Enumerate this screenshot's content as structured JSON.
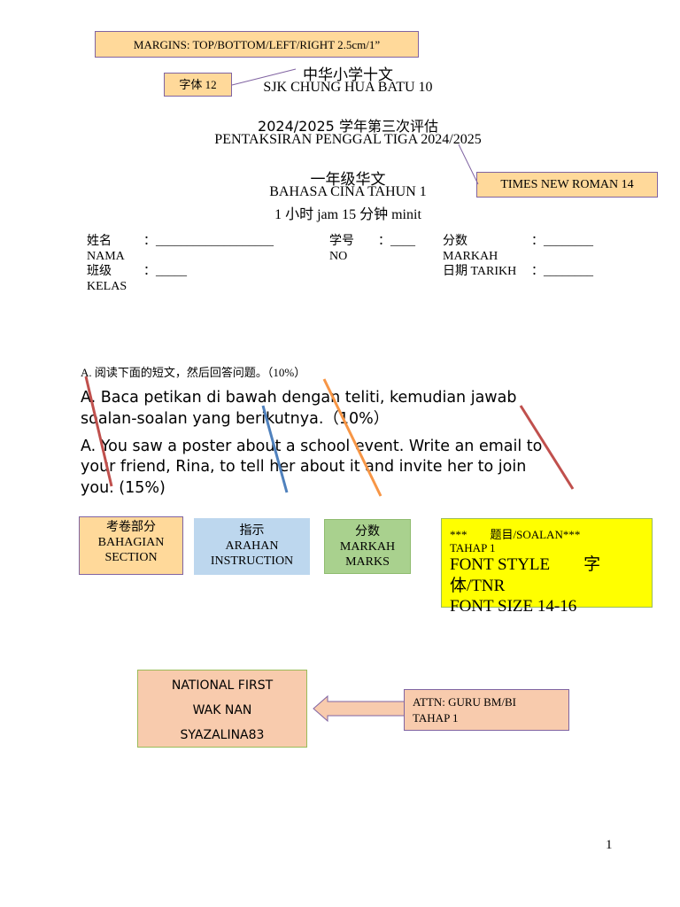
{
  "margins_note": "MARGINS: TOP/BOTTOM/LEFT/RIGHT 2.5cm/1”",
  "font_size_note": "字体 12",
  "header": {
    "school_cn": "中华小学十文",
    "school": "SJK CHUNG HUA BATU 10",
    "exam_cn": "2024/2025 学年第三次评估",
    "exam": "PENTAKSIRAN PENGGAL TIGA 2024/2025",
    "subject_cn": "一年级华文",
    "subject": "BAHASA CINA TAHUN 1",
    "duration": "1 小时 jam 15 分钟 minit"
  },
  "tnr_note": "TIMES NEW ROMAN 14",
  "fields": {
    "name_cn": "姓名",
    "name": "NAMA",
    "name_line": "：___________________",
    "no_cn": "学号",
    "no": "NO",
    "no_line": "：____",
    "marks_cn": "分数",
    "marks": "MARKAH",
    "marks_line": "：________",
    "class_cn": "班级",
    "class": "KELAS",
    "class_line": "：_____",
    "date": "日期 TARIKH",
    "date_line": "：________"
  },
  "instructions": {
    "cn": "A. 阅读下面的短文，然后回答问题。（10%）",
    "bm_line1": "A. Baca petikan di bawah dengan teliti, kemudian jawab",
    "bm_line2": "soalan-soalan yang berikutnya.（10%）",
    "en_line1": "A. You saw a poster about a school event. Write an email to",
    "en_line2": "your friend, Rina, to tell her about it and invite her to join",
    "en_line3": "you. (15%)"
  },
  "legend": {
    "section": {
      "cn": "考卷部分",
      "l1": "BAHAGIAN",
      "l2": "SECTION",
      "color": "#FFD99A"
    },
    "instruction": {
      "cn": "指示",
      "l1": "ARAHAN",
      "l2": "INSTRUCTION",
      "color": "#BDD7EE"
    },
    "marks": {
      "cn": "分数",
      "l1": "MARKAH",
      "l2": "MARKS",
      "color": "#A9D18E"
    }
  },
  "yellow_note": {
    "line1": "***　　题目/SOALAN***",
    "line2": "TAHAP 1",
    "line3": "FONT STYLE　　字体/TNR",
    "line4": "FONT SIZE 14-16",
    "color": "#FFFF00"
  },
  "credit": {
    "l1": "NATIONAL FIRST",
    "l2": "WAK NAN",
    "l3": "SYAZALINA83",
    "color": "#F8CBAD"
  },
  "attn": {
    "l1": "ATTN: GURU BM/BI",
    "l2": "TAHAP 1"
  },
  "page_number": "1"
}
